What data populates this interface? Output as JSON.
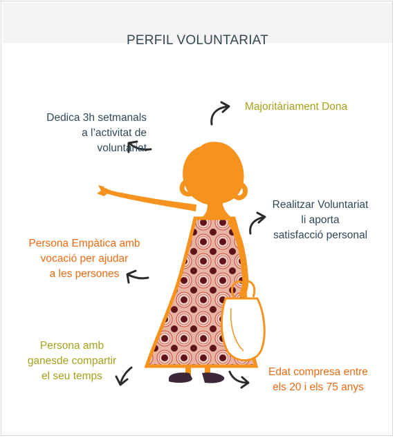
{
  "title": "PERFIL VOLUNTARIAT",
  "labels": {
    "hours": [
      "Dedica 3h setmanals",
      "a l’activitat de",
      "voluntariat"
    ],
    "gender": [
      "Majoritàriament Dona"
    ],
    "satisfaction": [
      "Realitzar Voluntariat",
      "li aporta",
      "satisfacció personal"
    ],
    "empathy": [
      "Persona Empàtica amb",
      "vocació per ajudar",
      "a les persones"
    ],
    "sharing": [
      "Persona amb",
      "ganesde compartir",
      "el seu temps"
    ],
    "age": [
      "Edat compresa entre",
      "els 20 i els 75 anys"
    ]
  },
  "colors": {
    "blue_text": "#2f4856",
    "olive_text": "#a5a01a",
    "orange_text": "#ee6a12",
    "figure_orange": "#f6921e",
    "dress_pink": "#e9b3a4",
    "dress_dots": "#7a1f25",
    "arrow": "#2b2b2b"
  },
  "icons": [
    "arrow-icon",
    "woman-figure-illustration",
    "handbag-icon"
  ]
}
